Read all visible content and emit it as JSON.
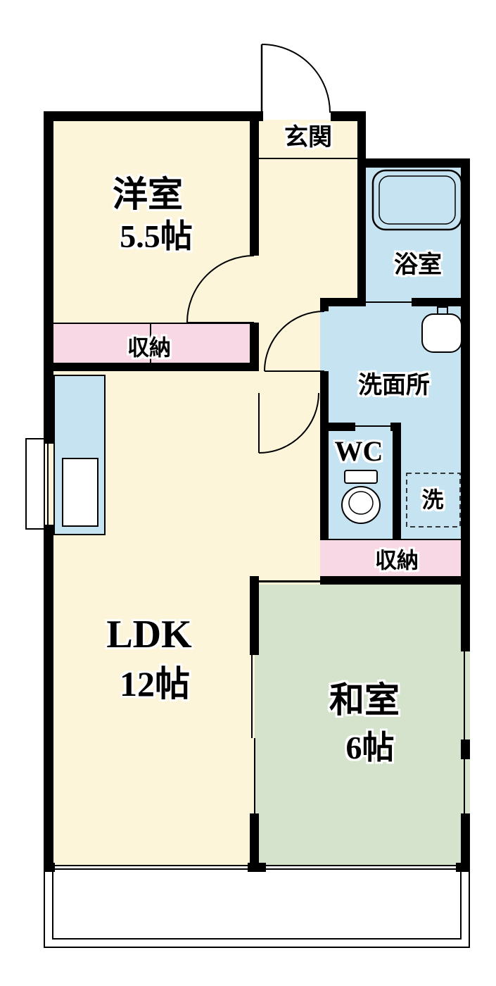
{
  "rooms": {
    "genkan": {
      "label": "玄関"
    },
    "western_room": {
      "label": "洋室",
      "size": "5.5帖"
    },
    "bathroom": {
      "label": "浴室"
    },
    "storage_1": {
      "label": "収納"
    },
    "washroom": {
      "label": "洗面所"
    },
    "toilet": {
      "label": "WC"
    },
    "laundry": {
      "label": "洗"
    },
    "storage_2": {
      "label": "収納"
    },
    "ldk": {
      "label": "LDK",
      "size": "12帖"
    },
    "japanese_room": {
      "label": "和室",
      "size": "6帖"
    }
  },
  "colors": {
    "room_cream": "#fcf5da",
    "water_blue": "#c6e3f2",
    "storage_pink": "#f8d8e4",
    "tatami_green": "#d5e3cc",
    "wall_black": "#000000"
  }
}
